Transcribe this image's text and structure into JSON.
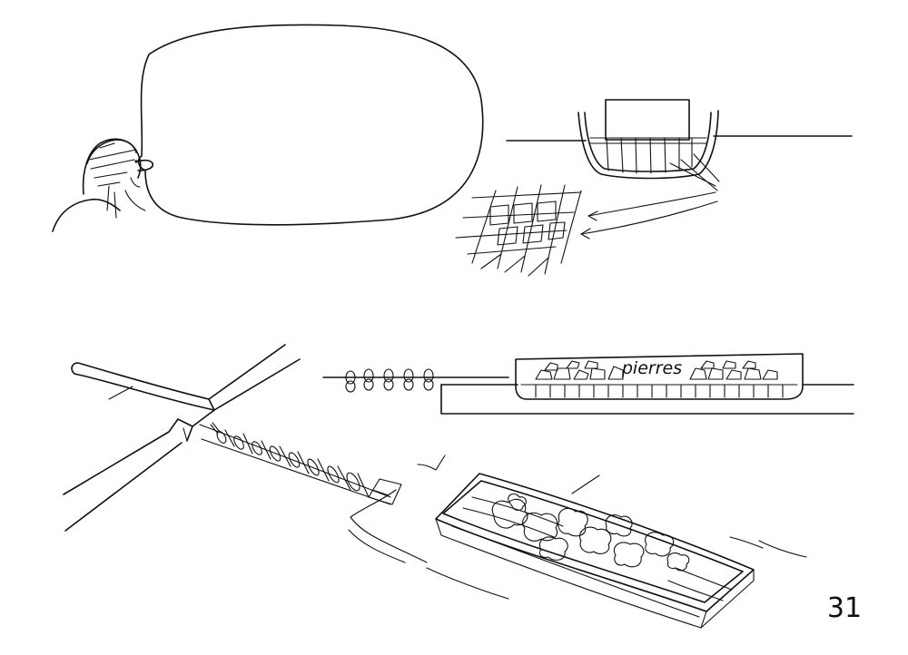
{
  "panel_top": {
    "speech_bubble_text": "",
    "hull_caption": "",
    "grid_caption": ""
  },
  "banner_text": "",
  "panel_bottom": {
    "barge_label": "pierres",
    "canal_caption": "",
    "tunnel_caption": "",
    "boat_caption": ""
  },
  "page_number": "31",
  "icons": [
    "character-figure",
    "speech-bubble",
    "boat-hull",
    "hull-grid",
    "stone-barge",
    "tow-line-barrels",
    "canal-lock",
    "stone-boat"
  ]
}
